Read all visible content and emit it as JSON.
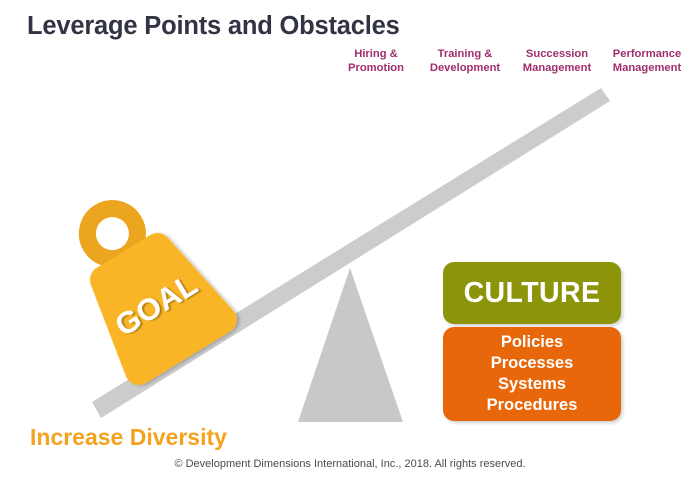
{
  "slide": {
    "title": "Leverage Points and Obstacles",
    "background_color": "#ffffff",
    "title_color": "#323443"
  },
  "lever_labels": {
    "color": "#A02E6E",
    "items": [
      {
        "line1": "Hiring &",
        "line2": "Promotion",
        "text": "Hiring &\nPromotion"
      },
      {
        "line1": "Training &",
        "line2": "Development",
        "text": "Training &\nDevelopment"
      },
      {
        "line1": "Succession",
        "line2": "Management",
        "text": "Succession\nManagement"
      },
      {
        "line1": "Performance",
        "line2": "Management",
        "text": "Performance\nManagement"
      }
    ]
  },
  "weight": {
    "label": "GOAL",
    "body_color": "#FAB525",
    "ring_color": "#EBA51E",
    "label_color": "#ffffff"
  },
  "lever": {
    "beam_color": "#CCCCCC",
    "fulcrum_color": "#C8C8C8"
  },
  "culture": {
    "heading": "CULTURE",
    "heading_bg": "#8C9509",
    "heading_color": "#ffffff",
    "list_bg": "#E9670B",
    "list_color": "#ffffff",
    "items": [
      "Policies",
      "Processes",
      "Systems",
      "Procedures"
    ]
  },
  "caption": {
    "text": "Increase Diversity",
    "color": "#F5A31E"
  },
  "footer": {
    "copyright": "© Development Dimensions International, Inc., 2018. All rights reserved.",
    "color": "#4b4b4b"
  }
}
